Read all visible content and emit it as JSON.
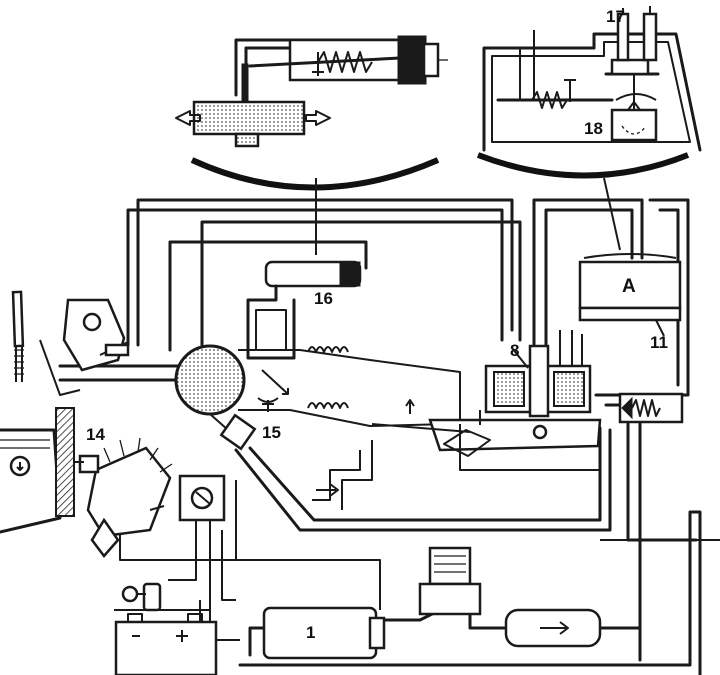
{
  "labels": {
    "l1": "1",
    "l8": "8",
    "l11": "11",
    "l14": "14",
    "l15": "15",
    "l16": "16",
    "l17": "17",
    "l18": "18",
    "lA": "A"
  },
  "colors": {
    "ink": "#1a1a1a",
    "paper": "#ffffff",
    "stipple": "#8a8a8a"
  }
}
